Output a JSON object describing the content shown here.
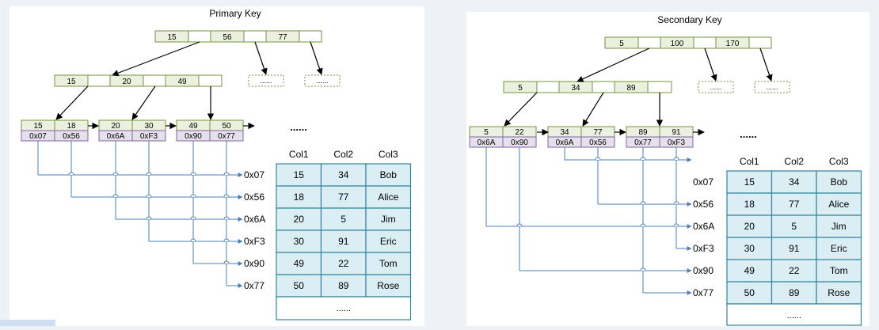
{
  "colors": {
    "key_fill": "#ebf1de",
    "key_stroke": "#76923c",
    "ptr_fill": "#e6e0ec",
    "ptr_stroke": "#8064a2",
    "link_blue": "#4a7ebf",
    "table_fill": "#dbeef3",
    "table_stroke": "#31859c",
    "black": "#000000",
    "panel_bg": "#ffffff"
  },
  "primary": {
    "title": "Primary Key",
    "root_keys": [
      "15",
      "56",
      "77"
    ],
    "mid_keys": [
      "15",
      "20",
      "49"
    ],
    "dotted_label": "......",
    "leaves": [
      {
        "keys": [
          "15",
          "18"
        ],
        "ptrs": [
          "0x07",
          "0x56"
        ]
      },
      {
        "keys": [
          "20",
          "30"
        ],
        "ptrs": [
          "0x6A",
          "0xF3"
        ]
      },
      {
        "keys": [
          "49",
          "50"
        ],
        "ptrs": [
          "0x90",
          "0x77"
        ]
      }
    ],
    "ellipsis": "......",
    "addresses": [
      "0x07",
      "0x56",
      "0x6A",
      "0xF3",
      "0x90",
      "0x77"
    ],
    "table": {
      "headers": [
        "Col1",
        "Col2",
        "Col3"
      ],
      "rows": [
        [
          "15",
          "34",
          "Bob"
        ],
        [
          "18",
          "77",
          "Alice"
        ],
        [
          "20",
          "5",
          "Jim"
        ],
        [
          "30",
          "91",
          "Eric"
        ],
        [
          "49",
          "22",
          "Tom"
        ],
        [
          "50",
          "89",
          "Rose"
        ]
      ],
      "footer": "......"
    }
  },
  "secondary": {
    "title": "Secondary Key",
    "root_keys": [
      "5",
      "100",
      "170"
    ],
    "mid_keys": [
      "5",
      "34",
      "89"
    ],
    "dotted_label": "......",
    "leaves": [
      {
        "keys": [
          "5",
          "22"
        ],
        "ptrs": [
          "0x6A",
          "0x90"
        ]
      },
      {
        "keys": [
          "34",
          "77"
        ],
        "ptrs": [
          "0x6A",
          "0x56"
        ]
      },
      {
        "keys": [
          "89",
          "91"
        ],
        "ptrs": [
          "0x77",
          "0xF3"
        ]
      }
    ],
    "ellipsis": "......",
    "addresses": [
      "0x07",
      "0x56",
      "0x6A",
      "0xF3",
      "0x90",
      "0x77"
    ],
    "table": {
      "headers": [
        "Col1",
        "Col2",
        "Col3"
      ],
      "rows": [
        [
          "15",
          "34",
          "Bob"
        ],
        [
          "18",
          "77",
          "Alice"
        ],
        [
          "20",
          "5",
          "Jim"
        ],
        [
          "30",
          "91",
          "Eric"
        ],
        [
          "49",
          "22",
          "Tom"
        ],
        [
          "50",
          "89",
          "Rose"
        ]
      ],
      "footer": "......"
    }
  }
}
